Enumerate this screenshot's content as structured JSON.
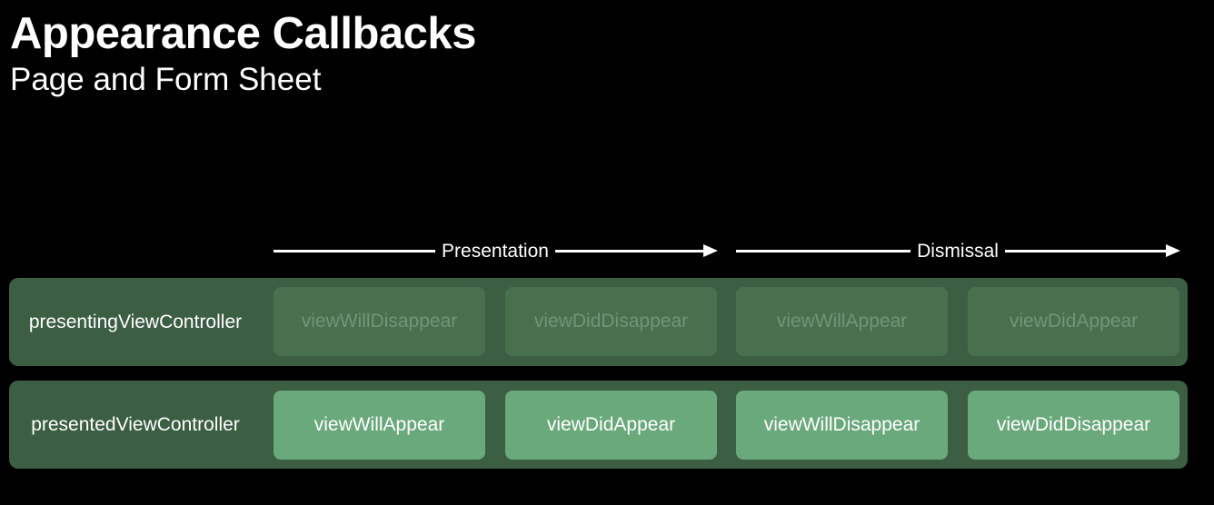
{
  "title": "Appearance Callbacks",
  "subtitle": "Page and Form Sheet",
  "phases": {
    "presentation": "Presentation",
    "dismissal": "Dismissal"
  },
  "rows": [
    {
      "label": "presentingViewController",
      "cells": [
        "viewWillDisappear",
        "viewDidDisappear",
        "viewWillAppear",
        "viewDidAppear"
      ]
    },
    {
      "label": "presentedViewController",
      "cells": [
        "viewWillAppear",
        "viewDidAppear",
        "viewWillDisappear",
        "viewDidDisappear"
      ]
    }
  ],
  "colors": {
    "background": "#000000",
    "row_background": "#3c5e43",
    "dim_cell": "#48704f",
    "dim_text": "#6f9777",
    "active_cell": "#6aa97b",
    "active_text": "#ffffff",
    "arrow": "#ffffff"
  }
}
